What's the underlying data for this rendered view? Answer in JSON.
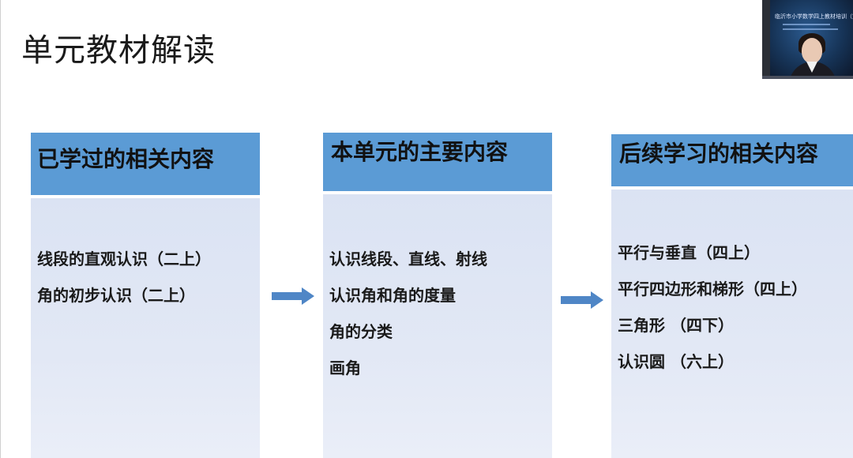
{
  "slide": {
    "title": "单元教材解读"
  },
  "columns": [
    {
      "header": "已学过的相关内容",
      "items": [
        "线段的直观认识（二上）",
        "角的初步认识（二上）"
      ]
    },
    {
      "header": "本单元的主要内容",
      "items": [
        "认识线段、直线、射线",
        "认识角和角的度量",
        "角的分类",
        "画角"
      ]
    },
    {
      "header": "后续学习的相关内容",
      "items": [
        "平行与垂直（四上）",
        "平行四边形和梯形（四上）",
        "三角形 （四下）",
        "认识圆 （六上）"
      ]
    }
  ],
  "webcam": {
    "banner_text": "临沂市小学数学四上教材培训（第一"
  },
  "colors": {
    "header_blue": "#5b9bd5",
    "body_light": "#dbe3f3",
    "arrow_blue": "#4f86c6"
  }
}
